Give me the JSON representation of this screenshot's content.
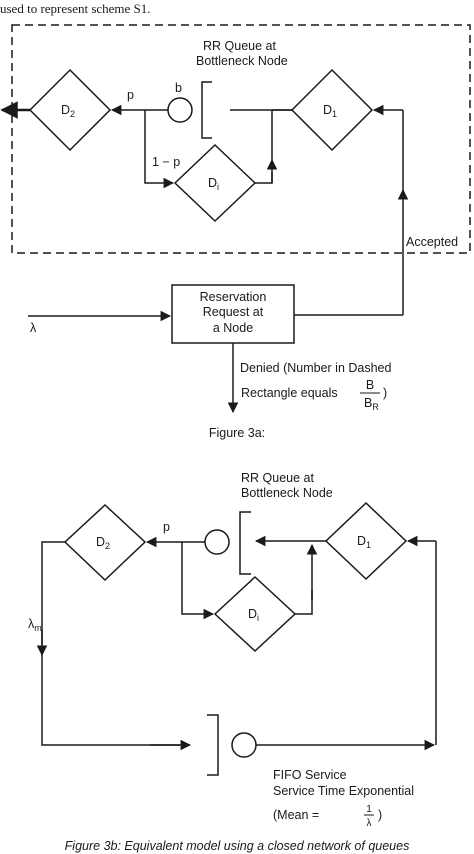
{
  "header_text": "used to represent scheme S1.",
  "fig_a": {
    "queue_label_1": "RR Queue at",
    "queue_label_2": "Bottleneck Node",
    "server_label": "b",
    "d1": "D",
    "d1_sub": "1",
    "d2": "D",
    "d2_sub": "2",
    "di": "D",
    "di_sub": "i",
    "p_label": "p",
    "one_minus_p": "1 − p",
    "accepted": "Accepted",
    "lambda": "λ",
    "reservation_1": "Reservation",
    "reservation_2": "Request at",
    "reservation_3": "a Node",
    "denied_1": "Denied (Number in Dashed",
    "denied_2": "Rectangle equals",
    "frac_num": "B",
    "frac_den": "B",
    "frac_den_sub": "R",
    "close_paren": ")",
    "caption": "Figure 3a:"
  },
  "fig_b": {
    "queue_label_1": "RR Queue at",
    "queue_label_2": "Bottleneck Node",
    "d1": "D",
    "d1_sub": "1",
    "d2": "D",
    "d2_sub": "2",
    "di": "D",
    "di_sub": "i",
    "p_label": "p",
    "lambda_m": "λ",
    "lambda_m_sub": "m",
    "fifo_1": "FIFO Service",
    "fifo_2": "Service Time Exponential",
    "mean_open": "(Mean =",
    "mean_num": "1",
    "mean_den": "λ",
    "mean_close": ")",
    "caption": "Figure 3b:  Equivalent model using a closed network of queues"
  }
}
